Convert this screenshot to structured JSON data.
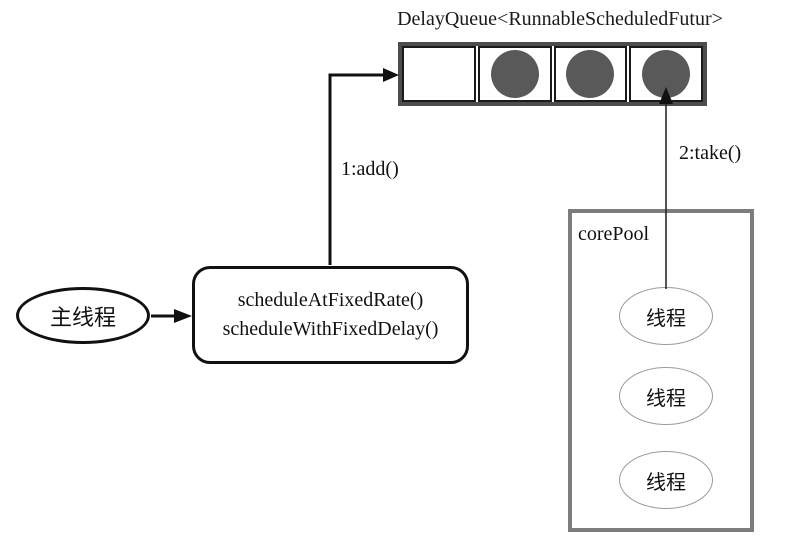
{
  "diagram": {
    "title": "DelayQueue<RunnableScheduledFutur>",
    "queue": {
      "cells": [
        {
          "filled": false
        },
        {
          "filled": true
        },
        {
          "filled": true
        },
        {
          "filled": true
        }
      ]
    },
    "main_thread": {
      "label": "主线程"
    },
    "scheduler_box": {
      "line1": "scheduleAtFixedRate()",
      "line2": "scheduleWithFixedDelay()"
    },
    "arrows": {
      "add_label": "1:add()",
      "take_label": "2:take()"
    },
    "core_pool": {
      "label": "corePool",
      "threads": [
        {
          "label": "线程"
        },
        {
          "label": "线程"
        },
        {
          "label": "线程"
        }
      ]
    },
    "colors": {
      "task_circle": "#595959",
      "queue_border": "#4d4d4d",
      "cell_border": "#1a1a1a",
      "core_pool_border": "#7d7d7d",
      "thread_ellipse_border": "#9a9a9a",
      "line": "#111111"
    }
  }
}
